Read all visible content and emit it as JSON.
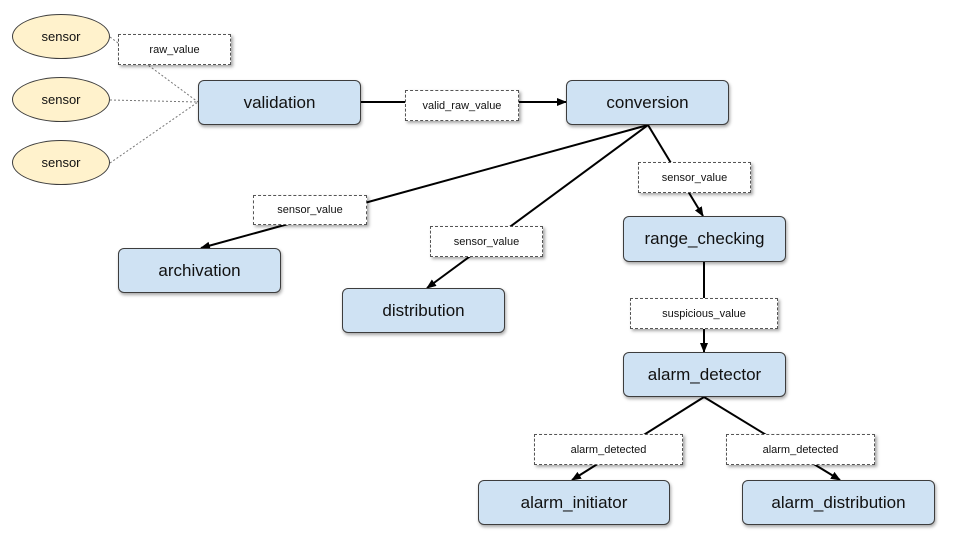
{
  "sensors": [
    "sensor",
    "sensor",
    "sensor"
  ],
  "nodes": {
    "validation": "validation",
    "conversion": "conversion",
    "archivation": "archivation",
    "distribution": "distribution",
    "range_checking": "range_checking",
    "alarm_detector": "alarm_detector",
    "alarm_initiator": "alarm_initiator",
    "alarm_distribution": "alarm_distribution"
  },
  "edge_labels": {
    "raw_value": "raw_value",
    "valid_raw_value": "valid_raw_value",
    "sensor_value_archivation": "sensor_value",
    "sensor_value_distribution": "sensor_value",
    "sensor_value_range": "sensor_value",
    "suspicious_value": "suspicious_value",
    "alarm_detected_initiator": "alarm_detected",
    "alarm_detected_distribution": "alarm_detected"
  }
}
